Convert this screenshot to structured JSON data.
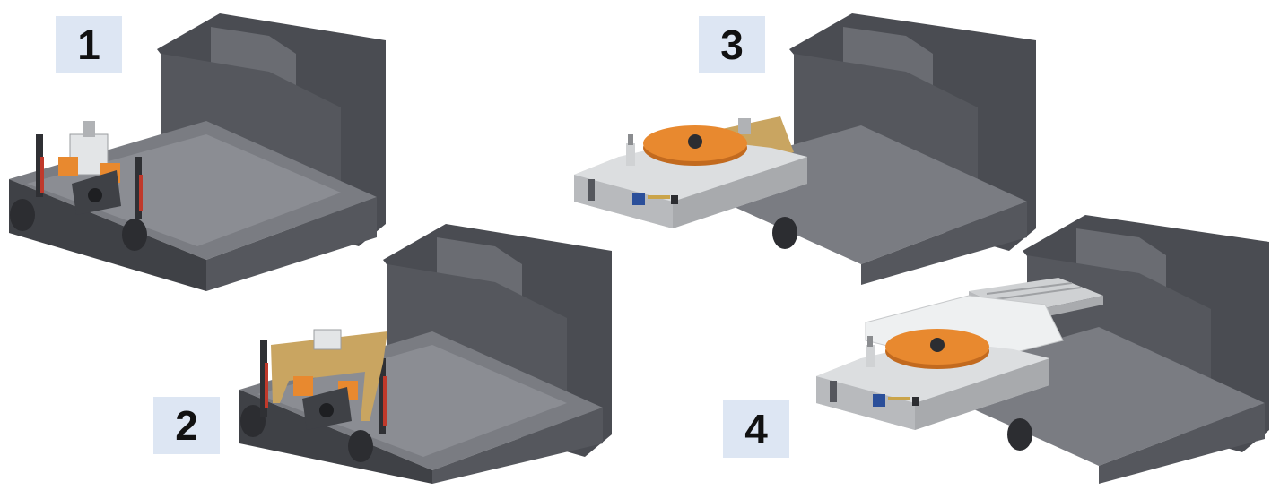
{
  "steps": [
    {
      "label": "1"
    },
    {
      "label": "2"
    },
    {
      "label": "3"
    },
    {
      "label": "4"
    }
  ],
  "colors": {
    "casting_dark": "#4a4c52",
    "casting_mid": "#6a6c72",
    "casting_light": "#8b8d93",
    "orange": "#e8892f",
    "tan": "#c9a561",
    "light_gray": "#d4d6d8",
    "rail_red": "#c0392b",
    "label_bg": "#dde6f3"
  }
}
